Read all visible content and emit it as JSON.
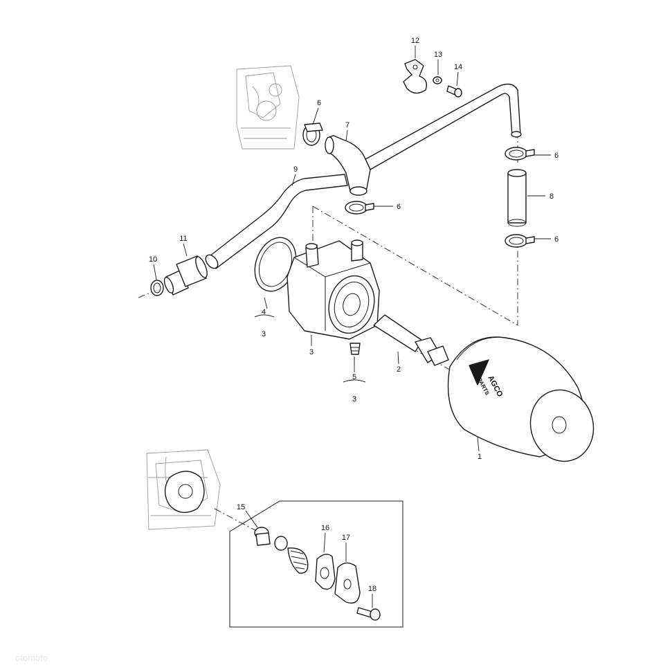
{
  "callouts": {
    "c1": "1",
    "c2": "2",
    "c3a": "3",
    "c3b": "3",
    "c3c": "3",
    "c4": "4",
    "c5": "5",
    "c6a": "6",
    "c6b": "6",
    "c6c": "6",
    "c6d": "6",
    "c7": "7",
    "c8": "8",
    "c9": "9",
    "c10": "10",
    "c11": "11",
    "c12": "12",
    "c13": "13",
    "c14": "14",
    "c15": "15",
    "c16": "16",
    "c17": "17",
    "c18": "18"
  },
  "filter_logo": {
    "brand": "AGCO",
    "sub": "PARTS"
  },
  "watermark": "otomoto"
}
